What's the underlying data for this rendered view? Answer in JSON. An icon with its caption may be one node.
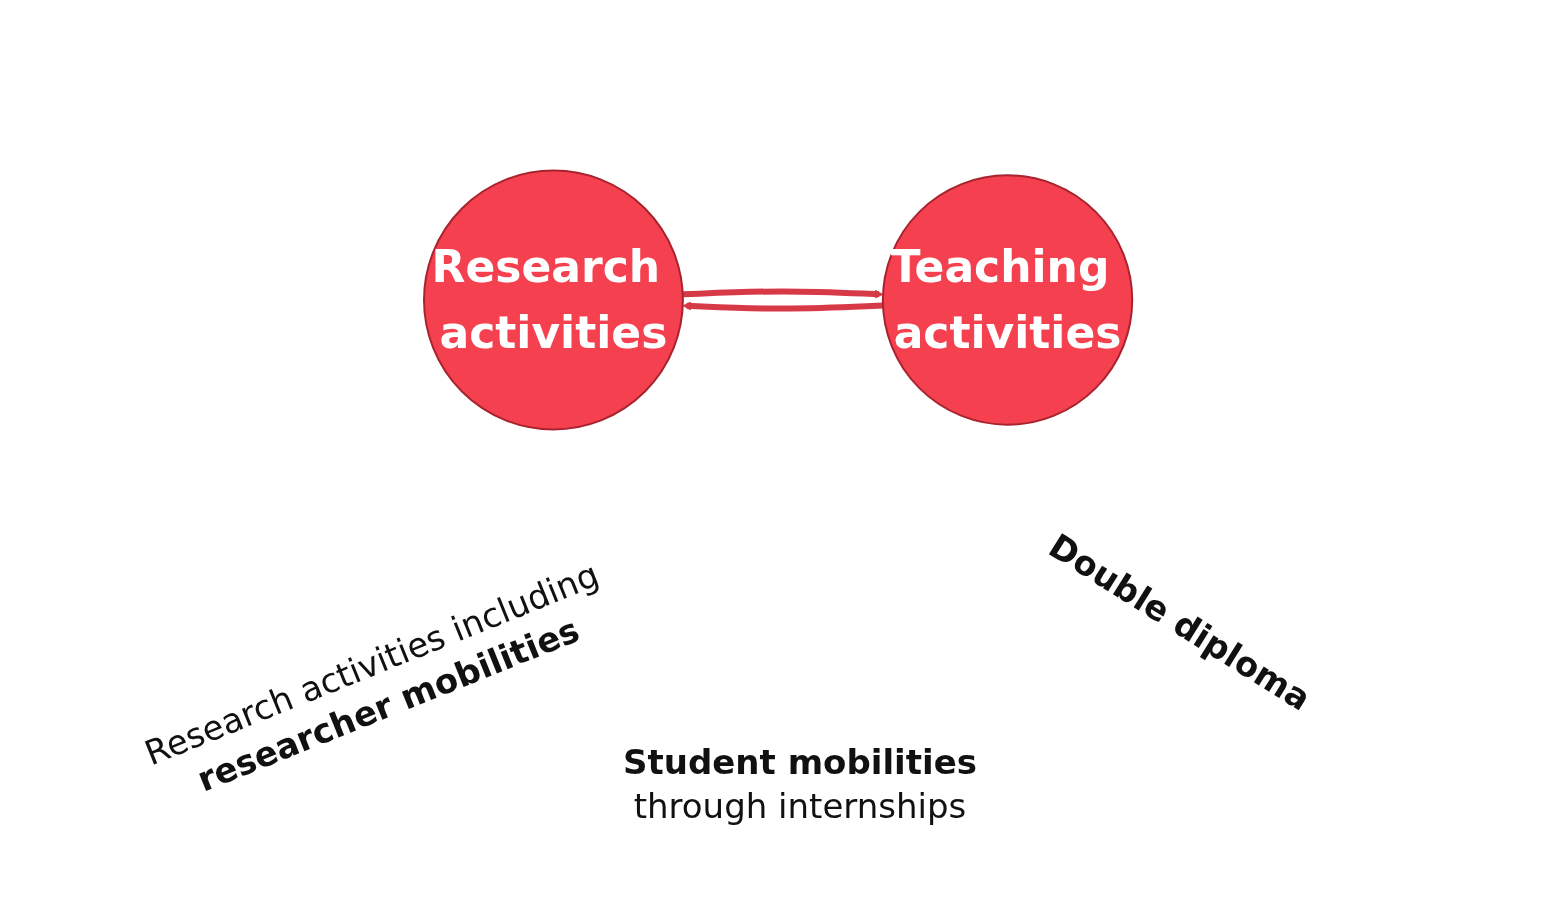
{
  "diagram": {
    "nodes": [
      {
        "text": [
          "Research activities"
        ]
      },
      {
        "text": [
          "Teaching activities"
        ]
      }
    ],
    "edges": [
      {
        "from": 0,
        "to": 1,
        "arrow": "to"
      },
      {
        "from": 1,
        "to": 0,
        "arrow": "to"
      }
    ],
    "labels": [
      "Research activities including **researcher mobilities**",
      "**Student mobilities** through internships",
      "Double diploma"
    ]
  }
}
